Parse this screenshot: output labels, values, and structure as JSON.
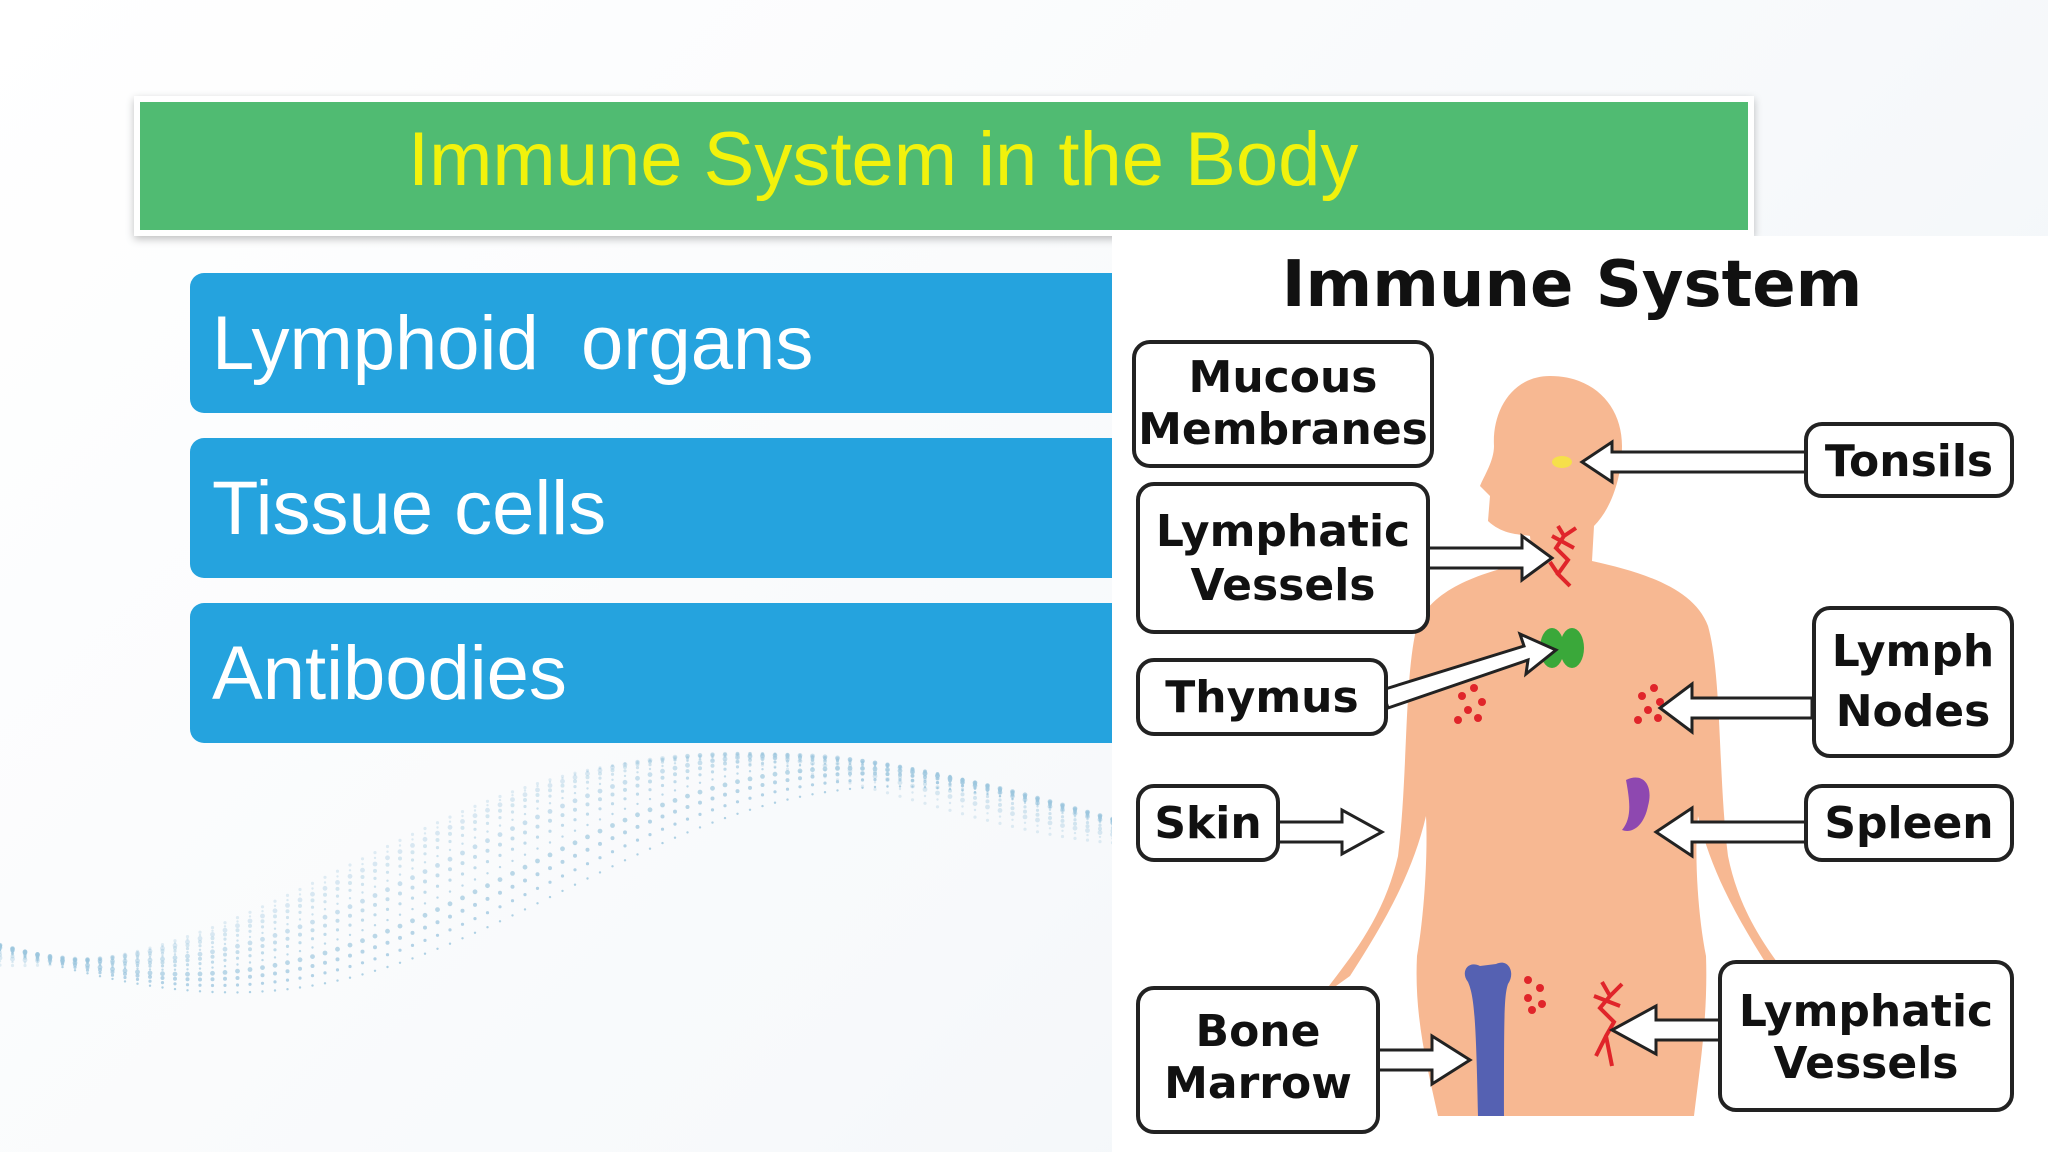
{
  "slide": {
    "title": "Immune System in the Body",
    "bullets": [
      "Lymphoid  organs",
      "Tissue cells",
      "Antibodies"
    ]
  },
  "figure": {
    "title": "Immune System",
    "labels": {
      "mucous": [
        "Mucous",
        "Membranes"
      ],
      "tonsils": "Tonsils",
      "lymphatic_upper": [
        "Lymphatic",
        "Vessels"
      ],
      "thymus": "Thymus",
      "lymph_nodes": [
        "Lymph",
        "Nodes"
      ],
      "skin": "Skin",
      "spleen": "Spleen",
      "bone_marrow": [
        "Bone",
        "Marrow"
      ],
      "lymphatic_lower": [
        "Lymphatic",
        "Vessels"
      ]
    }
  },
  "colors": {
    "title_bar": "#50bb72",
    "title_text": "#f2f20c",
    "bullet_box": "#25a3de",
    "body": "#f7b892",
    "lymph": "#e0252a",
    "thymus": "#3aa83a",
    "spleen": "#8e48b0",
    "bone": "#5561b2"
  }
}
